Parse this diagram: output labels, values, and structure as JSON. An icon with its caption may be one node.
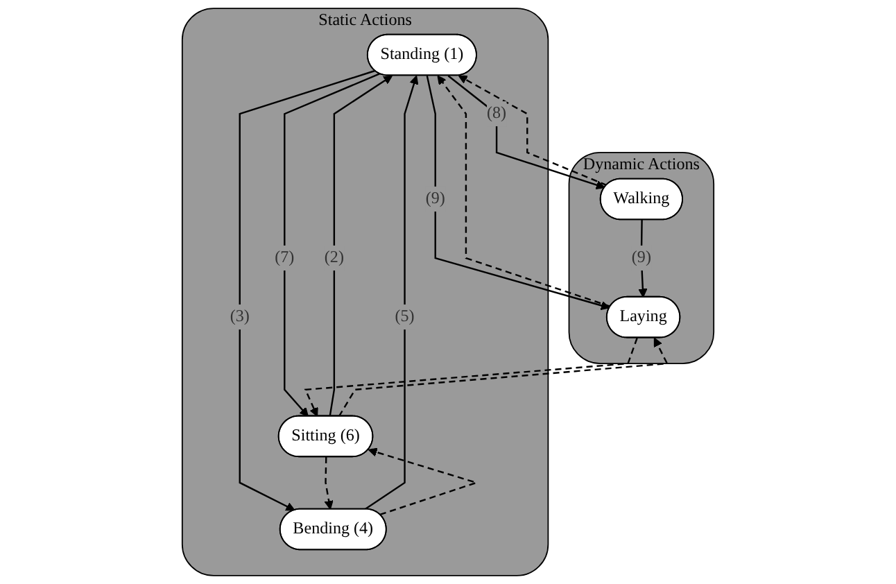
{
  "diagram": {
    "nodes": [
      {
        "text": [
          "Static Actions"
        ]
      },
      {
        "text": [
          "Standing (1)"
        ],
        "in": 0
      },
      {
        "text": [
          "Bending (4)"
        ],
        "in": 0
      },
      {
        "text": [
          "Sitting (6)"
        ],
        "in": 0
      },
      {
        "text": [
          "Dynamic Actions"
        ]
      },
      {
        "text": [
          "Walking"
        ],
        "in": 4
      },
      {
        "text": [
          "Laying"
        ],
        "in": 4
      }
    ],
    "edges": [
      {
        "from": 1,
        "to": 5,
        "arrow": "to",
        "label": "(8)"
      },
      {
        "from": 5,
        "to": 1,
        "arrow": "to",
        "style": "dashed"
      },
      {
        "from": 1,
        "to": 2,
        "arrow": "to",
        "label": "(3)"
      },
      {
        "from": 2,
        "to": 1,
        "arrow": "to",
        "label": "(5)"
      },
      {
        "from": 3,
        "to": 1,
        "arrow": "to",
        "label": "(2)"
      },
      {
        "from": 1,
        "to": 3,
        "arrow": "to",
        "label": "(7)"
      },
      {
        "from": 1,
        "to": 6,
        "arrow": "to",
        "label": "(9)"
      },
      {
        "from": 6,
        "to": 1,
        "arrow": "to",
        "style": "dashed"
      },
      {
        "from": 5,
        "to": 6,
        "arrow": "to",
        "label": "(9)"
      },
      {
        "from": 2,
        "to": 3,
        "arrow": "to",
        "style": "dashed"
      },
      {
        "from": 3,
        "to": 2,
        "arrow": "to",
        "style": "dashed"
      },
      {
        "from": 3,
        "to": 6,
        "arrow": "to",
        "style": "dashed"
      },
      {
        "from": 6,
        "to": 3,
        "arrow": "to",
        "style": "dashed"
      }
    ]
  }
}
